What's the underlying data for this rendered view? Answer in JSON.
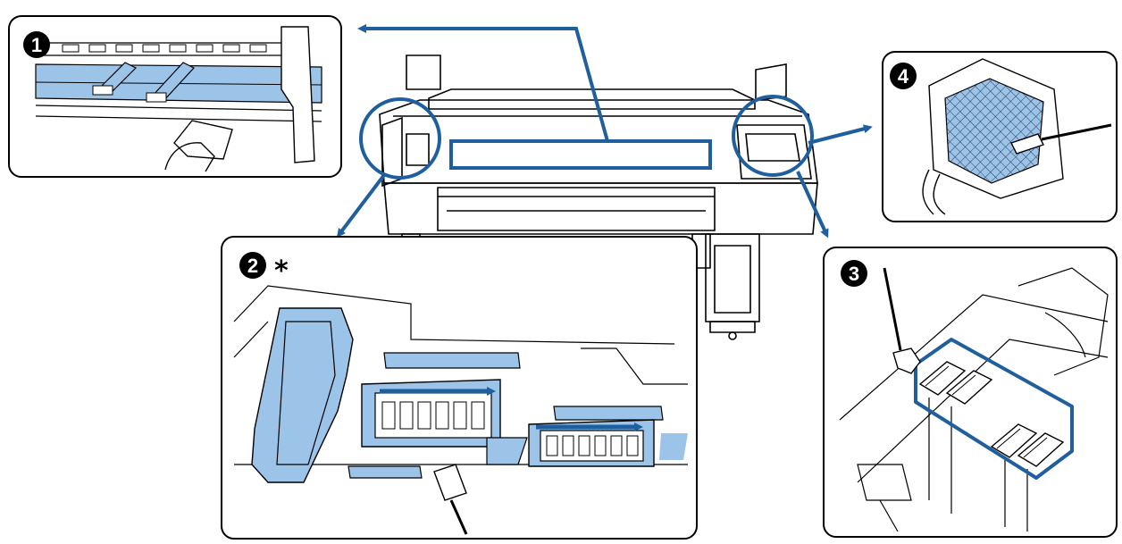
{
  "diagram": {
    "subject": "printer-maintenance-cleaning-points",
    "accent_color": "#1f5f9e",
    "highlight_color": "#9cc3e8",
    "panels": [
      {
        "id": "1",
        "number": "1",
        "suffix": ""
      },
      {
        "id": "2",
        "number": "2",
        "suffix": "*"
      },
      {
        "id": "3",
        "number": "3",
        "suffix": ""
      },
      {
        "id": "4",
        "number": "4",
        "suffix": ""
      }
    ]
  }
}
